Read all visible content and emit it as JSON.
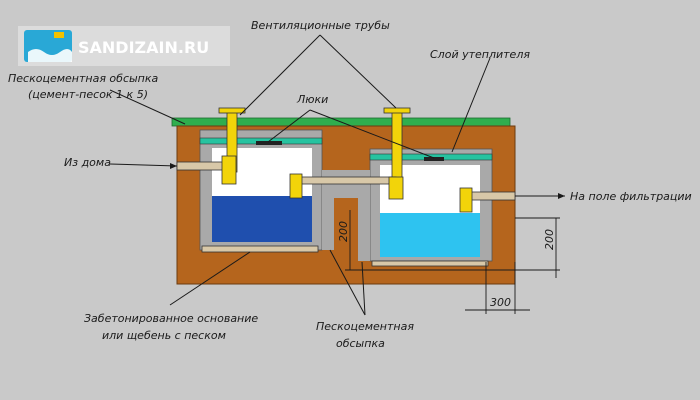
{
  "watermark": {
    "text": "SANDIZAIN.RU",
    "icon": "house-drop-icon",
    "bg_color": "#ffffff",
    "accent_color": "#29a8d6"
  },
  "labels": {
    "vent_pipes": "Вентиляционные трубы",
    "insulation_layer": "Слой утеплителя",
    "sand_cement_fill_top_1": "Пескоцементная обсыпка",
    "sand_cement_fill_top_2": "(цемент-песок 1 к 5)",
    "hatches": "Люки",
    "from_house": "Из дома",
    "to_filter_field": "На поле фильтрации",
    "concrete_base_1": "Забетонированное основание",
    "concrete_base_2": "или щебень с песком",
    "sand_cement_fill_bottom_1": "Пескоцементная",
    "sand_cement_fill_bottom_2": "обсыпка"
  },
  "dimensions": {
    "gap_height": "200",
    "side_height": "200",
    "side_width": "300"
  },
  "colors": {
    "background": "#c9c9c9",
    "soil": "#b5651d",
    "turf": "#2fae4e",
    "chamber_wall": "#a9a9a9",
    "air": "#ffffff",
    "water_first": "#1f4fae",
    "water_second": "#2ec3f0",
    "pipe": "#f2d40a",
    "insulation": "#26c3a0",
    "hatch": "#222222"
  }
}
